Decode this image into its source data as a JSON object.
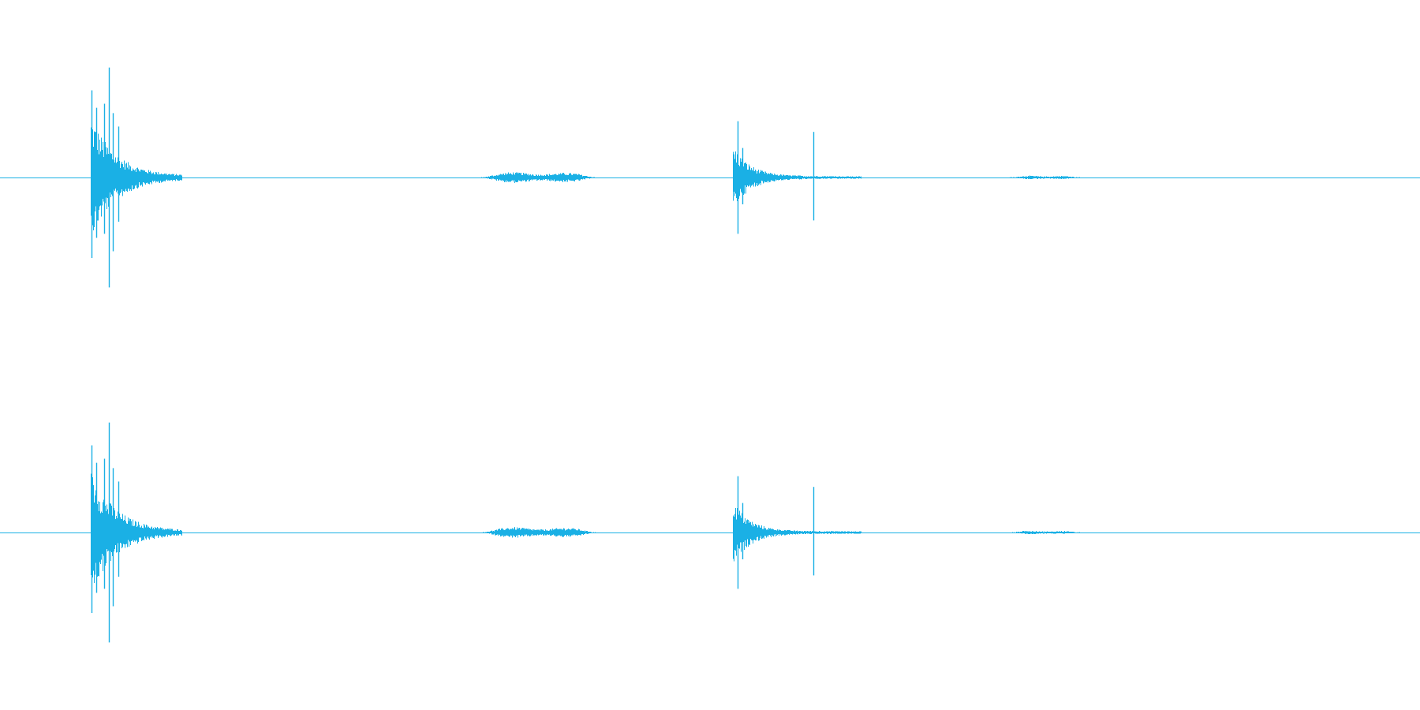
{
  "colors": {
    "background": "#ffffff",
    "waveform": "#1ab0e5"
  },
  "chart_data": {
    "type": "waveform",
    "title": "",
    "xlabel": "",
    "ylabel": "",
    "x_range": [
      0,
      1
    ],
    "amplitude_range": [
      -1,
      1
    ],
    "grid": false,
    "legend": "none",
    "channels": [
      {
        "bursts": [
          {
            "start": 0.064,
            "end": 0.128,
            "peak": 0.82,
            "decay": 0.018
          },
          {
            "start": 0.339,
            "end": 0.419,
            "peak": 0.06,
            "decay": 0.06
          },
          {
            "start": 0.516,
            "end": 0.606,
            "peak": 0.42,
            "decay": 0.012
          },
          {
            "start": 0.711,
            "end": 0.76,
            "peak": 0.02,
            "decay": 0.05
          }
        ],
        "spikes": [
          {
            "x": 0.0645,
            "amp": 0.65,
            "min": -0.6
          },
          {
            "x": 0.068,
            "amp": 0.52,
            "min": -0.45
          },
          {
            "x": 0.0732,
            "amp": 0.55,
            "min": -0.42
          },
          {
            "x": 0.0766,
            "amp": 0.82,
            "min": -0.82
          },
          {
            "x": 0.0792,
            "amp": 0.48,
            "min": -0.55
          },
          {
            "x": 0.0835,
            "amp": 0.38,
            "min": -0.33
          },
          {
            "x": 0.5195,
            "amp": 0.42,
            "min": -0.42
          },
          {
            "x": 0.523,
            "amp": 0.22,
            "min": -0.2
          },
          {
            "x": 0.573,
            "amp": 0.34,
            "min": -0.32
          }
        ]
      },
      {
        "bursts": [
          {
            "start": 0.064,
            "end": 0.128,
            "peak": 0.82,
            "decay": 0.018
          },
          {
            "start": 0.339,
            "end": 0.419,
            "peak": 0.06,
            "decay": 0.06
          },
          {
            "start": 0.516,
            "end": 0.606,
            "peak": 0.42,
            "decay": 0.012
          },
          {
            "start": 0.711,
            "end": 0.76,
            "peak": 0.02,
            "decay": 0.05
          }
        ],
        "spikes": [
          {
            "x": 0.0645,
            "amp": 0.65,
            "min": -0.6
          },
          {
            "x": 0.068,
            "amp": 0.52,
            "min": -0.45
          },
          {
            "x": 0.0732,
            "amp": 0.55,
            "min": -0.42
          },
          {
            "x": 0.0766,
            "amp": 0.82,
            "min": -0.82
          },
          {
            "x": 0.0792,
            "amp": 0.48,
            "min": -0.55
          },
          {
            "x": 0.0835,
            "amp": 0.38,
            "min": -0.33
          },
          {
            "x": 0.5195,
            "amp": 0.42,
            "min": -0.42
          },
          {
            "x": 0.523,
            "amp": 0.22,
            "min": -0.2
          },
          {
            "x": 0.573,
            "amp": 0.34,
            "min": -0.32
          }
        ]
      }
    ]
  }
}
